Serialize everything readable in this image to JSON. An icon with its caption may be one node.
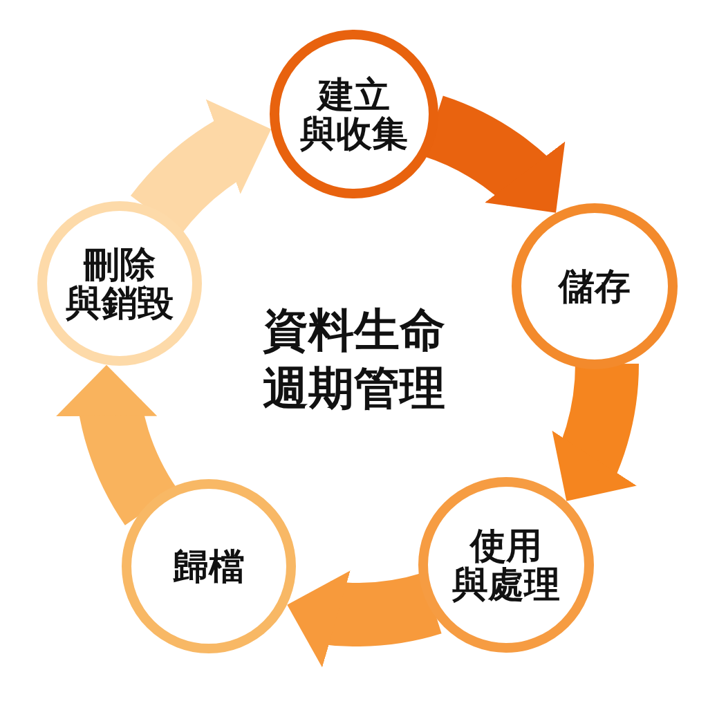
{
  "diagram": {
    "title": "資料生命週期管理",
    "nodes": [
      {
        "text": [
          "建立與收集"
        ]
      },
      {
        "text": [
          "儲存"
        ]
      },
      {
        "text": [
          "使用與處理"
        ]
      },
      {
        "text": [
          "歸檔"
        ]
      },
      {
        "text": [
          "刪除與銷毀"
        ]
      }
    ],
    "edges": [
      {
        "from": 0,
        "to": 1,
        "arrow": "to",
        "style": "thick",
        "color": "#e9630f"
      },
      {
        "from": 1,
        "to": 2,
        "arrow": "to",
        "style": "thick",
        "color": "#f5851f"
      },
      {
        "from": 2,
        "to": 3,
        "arrow": "to",
        "style": "thick",
        "color": "#f79a3c"
      },
      {
        "from": 3,
        "to": 4,
        "arrow": "to",
        "style": "thick",
        "color": "#f9b35d"
      },
      {
        "from": 4,
        "to": 0,
        "arrow": "to",
        "style": "thick",
        "color": "#fdd8a6"
      }
    ]
  }
}
